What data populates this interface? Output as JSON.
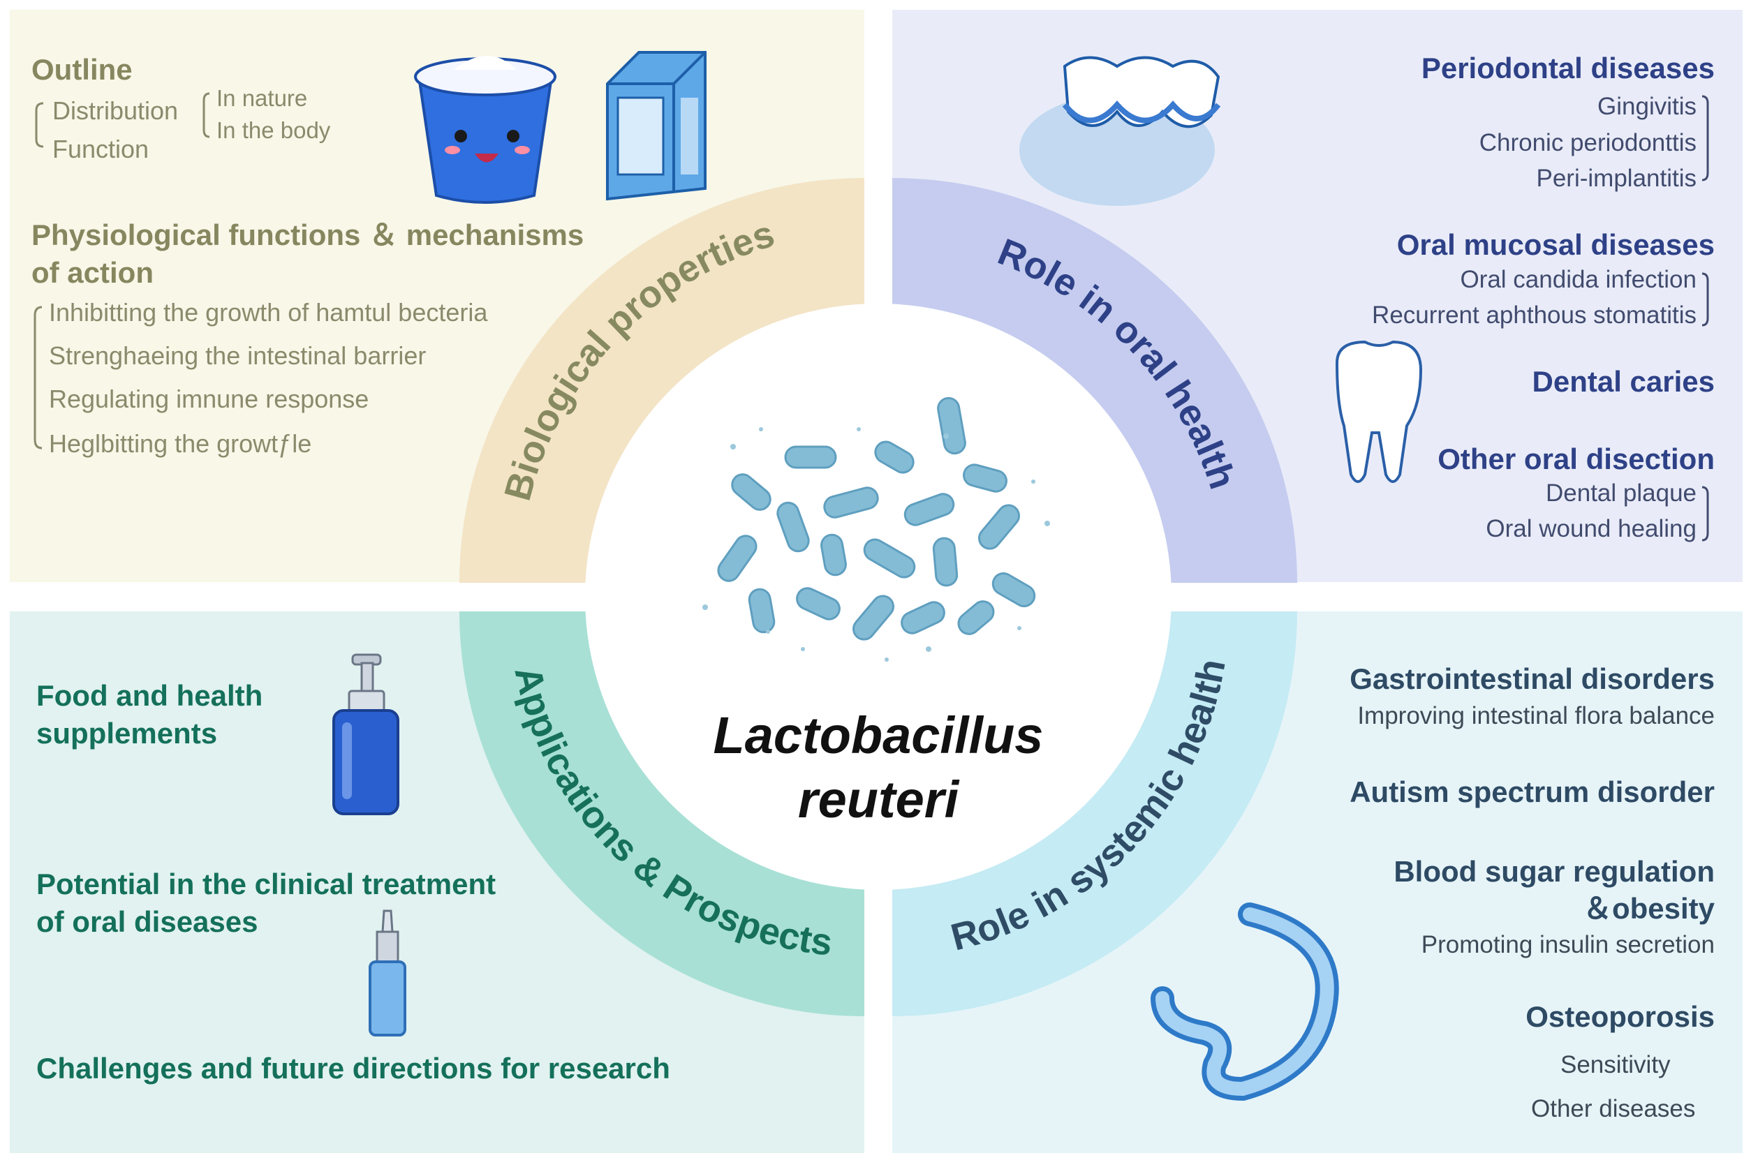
{
  "center": {
    "line1": "Lactobacillus",
    "line2": "reuteri"
  },
  "ring": {
    "biological": "Biological properties",
    "oral": "Role in oral health",
    "applications": "Applications & Prospects",
    "systemic": "Role in systemic health"
  },
  "biological_properties": {
    "outline": {
      "title": "Outline",
      "distribution": "Distribution",
      "function": "Function",
      "in_nature": "In nature",
      "in_body": "In the body"
    },
    "physiological": {
      "title_line1": "Physiological functions ＆ mechanisms",
      "title_line2": "of action",
      "items": [
        "Inhibitting the growth of hamtul becteria",
        "Strenghaeing the intestinal barrier",
        "Regulating imnune response",
        "Heglbitting the growtƒle"
      ]
    }
  },
  "oral_health": {
    "periodontal": {
      "title": "Periodontal diseases",
      "items": [
        "Gingivitis",
        "Chronic periodonttis",
        "Peri-implantitis"
      ]
    },
    "mucosal": {
      "title": "Oral mucosal diseases",
      "items": [
        "Oral candida infection",
        "Recurrent aphthous stomatitis"
      ]
    },
    "caries": {
      "title": "Dental caries"
    },
    "other": {
      "title": "Other oral disection",
      "items": [
        "Dental plaque",
        "Oral wound healing"
      ]
    }
  },
  "applications": {
    "food_line1": "Food and health",
    "food_line2": "supplements",
    "clinical_line1": "Potential in the clinical treatment",
    "clinical_line2": "of oral diseases",
    "challenges": "Challenges and future directions for research"
  },
  "systemic_health": {
    "gi": {
      "title": "Gastrointestinal disorders",
      "sub": "Improving intestinal flora balance"
    },
    "autism": {
      "title": "Autism spectrum disorder"
    },
    "blood": {
      "title_line1": "Blood sugar regulation",
      "title_line2": "＆obesity",
      "sub": "Promoting insulin secretion"
    },
    "osteo": {
      "title": "Osteoporosis",
      "items": [
        "Sensitivity",
        "Other diseases"
      ]
    }
  },
  "colors": {
    "ring_biological": "#f3e4c6",
    "ring_oral": "#c5ccef",
    "ring_applications": "#a8e0d5",
    "ring_systemic": "#c5ebf4",
    "bacteria": "#84bcd6"
  }
}
